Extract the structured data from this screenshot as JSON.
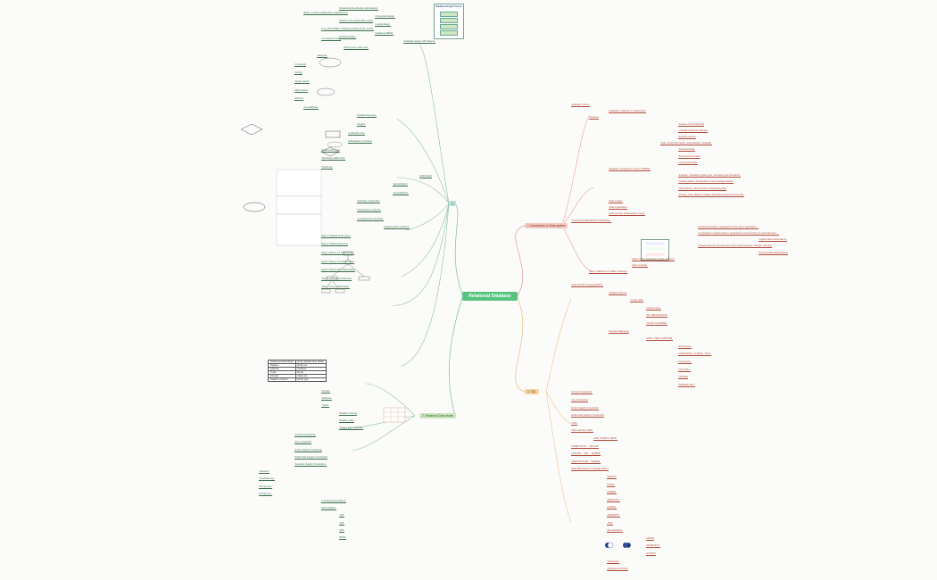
{
  "root": {
    "label": "Relational Database"
  },
  "branches": {
    "intro": {
      "label": "1. Introduction to Data system"
    },
    "sql": {
      "label": "3. SQL"
    },
    "model": {
      "label": "2. Relational Data Model"
    },
    "er": {
      "label": "4"
    }
  },
  "top_cluster": {
    "title": "Database Design Process",
    "items": [
      "Requirements collection and analysis",
      "Basic on entity, relationship modelling from",
      "Conceptual design",
      "Based on the logical data model",
      "Logical design",
      "From ER MODEL to Relational data (as EL and R)",
      "Relational DBMS",
      "Physical design",
      "Database design, DB Schema"
    ]
  },
  "intro_items": [
    "Database system",
    "Database: collection of related data",
    "Features",
    "Aspects of the real world",
    "Logically coherent collection",
    "Specific purpose",
    "Data: stored information, acknowledge, metadata",
    "Structured data",
    "Semi-structured data",
    "Unstructured data",
    "Database management system (DBMS)",
    "Software: maintaining data types, structures and constraints",
    "Creating tables, storing data in some storage location",
    "Manipulating: retrieving and manipulating data",
    "Sharing: many data for multiple users/transactions concurrently",
    "Data models",
    "Data organization",
    "Data security, authorization control",
    "Three-level ANSI/SPARC Architecture",
    "Employee-Provider, separations of the user's application...",
    "Conceptual or logical schema: properties of a community; for each data item...",
    "Logical data independence",
    "Internal schema: physical view of the implementation, storage, indexing",
    "Physical data independence",
    "Data model: conceptual, logical, physical",
    "Data concepts",
    "Set or collection of relation instances"
  ],
  "sql_items": [
    "Data definition language(DDL)",
    "Relation schema",
    "Create table",
    "Domain types",
    "INT, DECIMAL(M,D)",
    "FLOAT or DOUBLE",
    "Numeric data types",
    "DATE, TIME, DATETIME",
    "String types",
    "VARCHAR(n), CHAR(n), TEXT",
    "Foreign key",
    "NOT NULL",
    "UNIQUE",
    "PRIMARY KEY",
    "Domain Constraints",
    "Key Constraints",
    "Entity Integrity Constraints",
    "Referential Integrity Constraints",
    "Index",
    "Alter and Drop Table",
    "ADD, MODIFY, DROP",
    "INSERT INTO ... VALUES",
    "UPDATE ... SET ... WHERE",
    "DELETE FROM ... WHERE",
    "Data Manipulation Language (DML)",
    "SELECT",
    "FROM",
    "WHERE",
    "GROUP BY",
    "HAVING",
    "ORDER BY",
    "JOIN",
    "Set operations",
    "UNION",
    "INTERSECT",
    "EXCEPT",
    "Subqueries",
    "Aggregate functions"
  ],
  "model_items": [
    "Domain",
    "Attributes",
    "Tuples",
    "Relation schema",
    "Relation state",
    "Degree and cardinality",
    "Domain Constraints",
    "Key Constraints",
    "Entity Integrity Constraints",
    "Referential Integrity Constraints",
    "Semantic Integrity Constraints",
    "Superkey",
    "Candidate key",
    "Primary key",
    "Foreign key",
    "Functional dependency",
    "Normalization",
    "1NF",
    "2NF",
    "3NF",
    "BCNF"
  ],
  "er_items": [
    "Conceptual model",
    "Entity types, entity sets",
    "Attributes",
    "Composite",
    "Simple",
    "Single-valued",
    "Multi-valued",
    "Derived",
    "Key attributes",
    "Relationship types",
    "Degree",
    "Cardinality ratio",
    "Participation constraint",
    "Weak entity types",
    "Identifying relationship",
    "Partial key",
    "EER Model",
    "Specialization",
    "Generalization",
    "Subclass / superclass",
    "Disjointness constraint",
    "Completeness constraint",
    "Mapping ER to relations",
    "Step 1: Regular entity types",
    "Step 2: Weak entity types",
    "Step 3: Binary 1:1 relationships",
    "Step 4: Binary 1:N relationships",
    "Step 5: Binary M:N relationships",
    "Step 6: Multivalued attributes",
    "Step 7: N-ary relationships"
  ],
  "table": {
    "header": [
      "Relational Data Model",
      "Entity Relationship Model"
    ],
    "rows": [
      [
        "Relation",
        "Entity set"
      ],
      [
        "Attribute",
        "Attribute"
      ],
      [
        "Tuple",
        "Entity"
      ],
      [
        "Domain",
        "Value set"
      ],
      [
        "Relation schema",
        "Entity type"
      ]
    ]
  },
  "colors": {
    "root": "#58c27f",
    "intro": "#f5c9c0",
    "sql": "#f7d3a8",
    "model": "#cfe7c0",
    "er": "#b9ddd6",
    "line_green": "#8cc4a0",
    "line_red": "#e2a49a",
    "line_orange": "#f0c48c"
  }
}
